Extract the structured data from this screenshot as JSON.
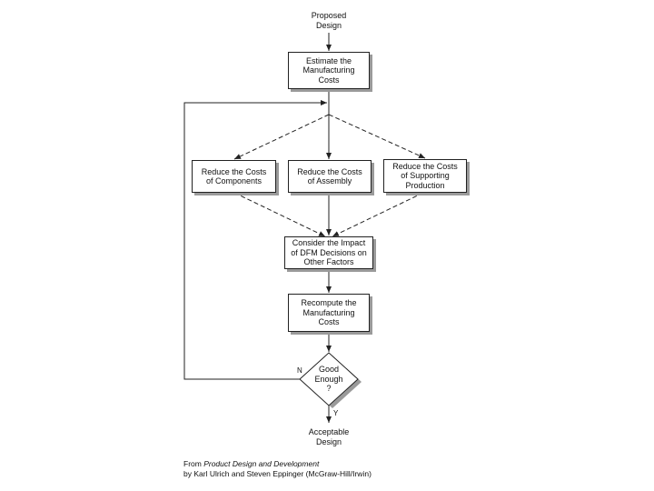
{
  "start": "Proposed\nDesign",
  "steps": {
    "estimate": "Estimate the\nManufacturing\nCosts",
    "components": "Reduce the Costs\nof Components",
    "assembly": "Reduce the Costs\nof Assembly",
    "supporting": "Reduce the Costs\nof Supporting\nProduction",
    "impact": "Consider the Impact\nof DFM Decisions on\nOther Factors",
    "recompute": "Recompute the\nManufacturing\nCosts"
  },
  "decision": {
    "text": "Good\nEnough\n?",
    "no_label": "N",
    "yes_label": "Y"
  },
  "end": "Acceptable\nDesign",
  "caption": {
    "prefix": "From ",
    "book_title": "Product Design and Development",
    "byline": "by Karl Ulrich and Steven Eppinger (McGraw-Hill/Irwin)"
  }
}
